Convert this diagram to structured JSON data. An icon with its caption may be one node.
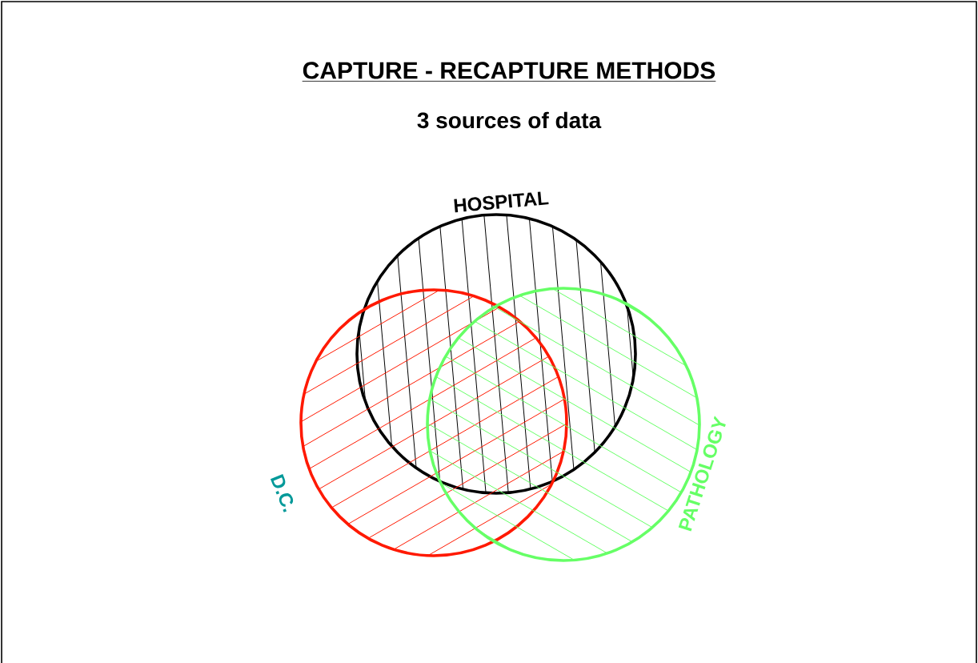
{
  "diagram": {
    "title": "CAPTURE - RECAPTURE METHODS",
    "caption": "3 sources of data",
    "nodes": [
      {
        "text": [
          "HOSPITAL"
        ]
      },
      {
        "text": [
          "D.C."
        ]
      },
      {
        "text": [
          "PATHOLOGY"
        ]
      }
    ]
  }
}
